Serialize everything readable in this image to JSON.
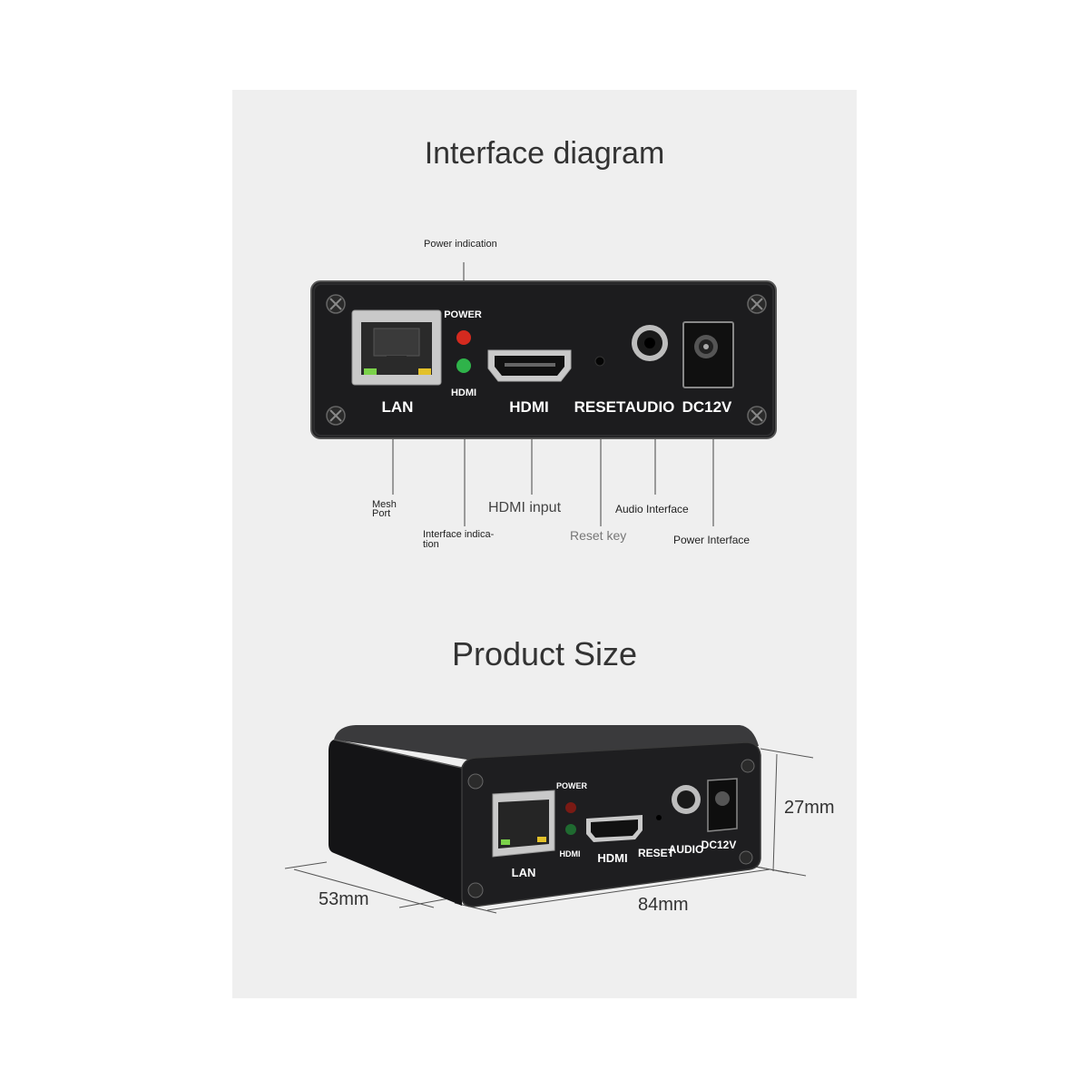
{
  "section1": {
    "title": "Interface diagram"
  },
  "section2": {
    "title": "Product Size"
  },
  "callouts": {
    "power": "Power indication",
    "mesh_port_line1": "Mesh",
    "mesh_port_line2": "Port",
    "interface_line1": "Interface indica-",
    "interface_line2": "tion",
    "hdmi_input": "HDMI input",
    "reset_key": "Reset key",
    "audio": "Audio Interface",
    "power_interface": "Power Interface"
  },
  "device_labels": {
    "lan": "LAN",
    "power": "POWER",
    "hdmi_led": "HDMI",
    "hdmi": "HDMI",
    "reset": "RESET",
    "audio": "AUDIO",
    "dc": "DC12V"
  },
  "dimensions": {
    "height": "27mm",
    "depth": "53mm",
    "width": "84mm"
  },
  "colors": {
    "panel": "#efefef",
    "device_body": "#1c1c1e",
    "led_red": "#d42a1f",
    "led_green": "#2fb34a"
  }
}
